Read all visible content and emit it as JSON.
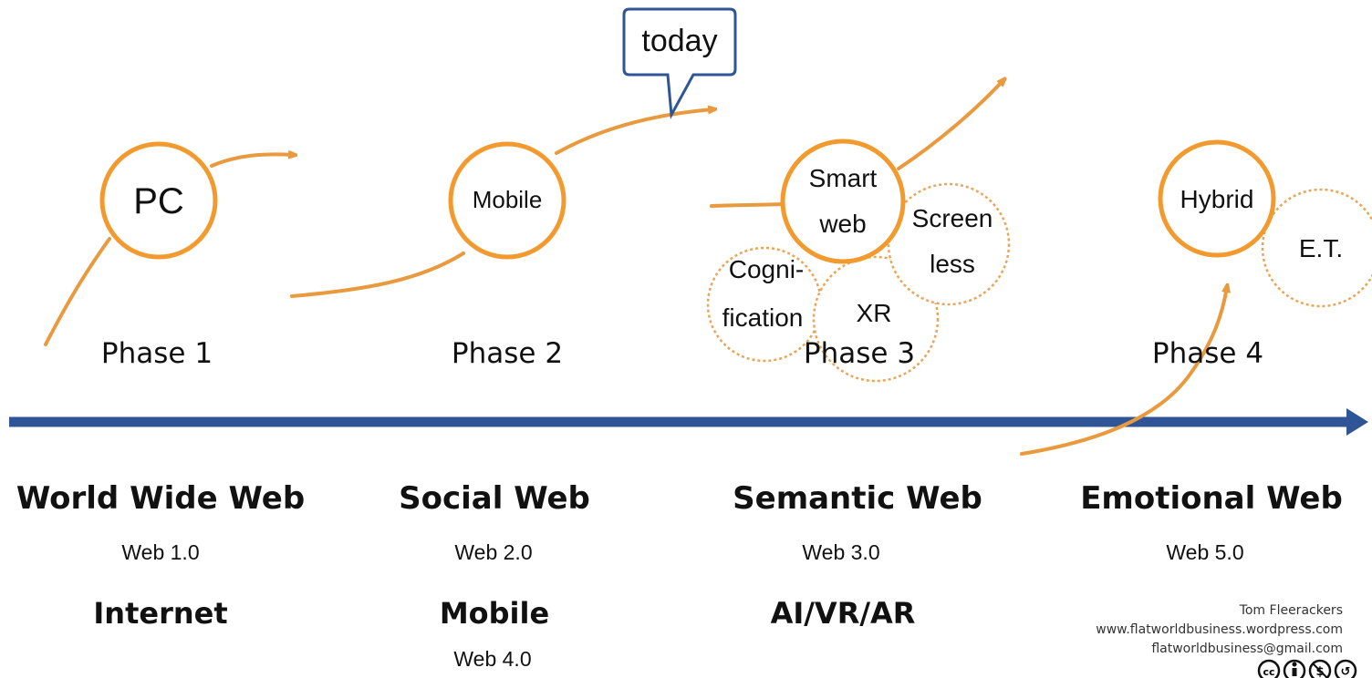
{
  "callout": {
    "text": "today"
  },
  "nodes": {
    "pc": "PC",
    "mobile": "Mobile",
    "smart_web_line1": "Smart",
    "smart_web_line2": "web",
    "screenless_line1": "Screen",
    "screenless_line2": "less",
    "cognification_line1": "Cogni-",
    "cognification_line2": "fication",
    "xr": "XR",
    "hybrid": "Hybrid",
    "et": "E.T."
  },
  "phases": [
    "Phase 1",
    "Phase 2",
    "Phase 3",
    "Phase 4"
  ],
  "eras": [
    {
      "title": "World Wide Web",
      "version": "Web 1.0",
      "tech": "Internet",
      "extra": ""
    },
    {
      "title": "Social Web",
      "version": "Web 2.0",
      "tech": "Mobile",
      "extra": "Web 4.0"
    },
    {
      "title": "Semantic Web",
      "version": "Web 3.0",
      "tech": "AI/VR/AR",
      "extra": ""
    },
    {
      "title": "Emotional Web",
      "version": "Web 5.0",
      "tech": "",
      "extra": ""
    }
  ],
  "credits": {
    "author": "Tom Fleerackers",
    "website": "www.flatworldbusiness.wordpress.com",
    "email": "flatworldbusiness@gmail.com",
    "license_icon": "cc-by-nc-sa-icon"
  },
  "colors": {
    "timeline": "#2f5597",
    "arrow": "#ea9a3e",
    "circle_border": "#f29a2e",
    "callout_border": "#2f5597"
  }
}
